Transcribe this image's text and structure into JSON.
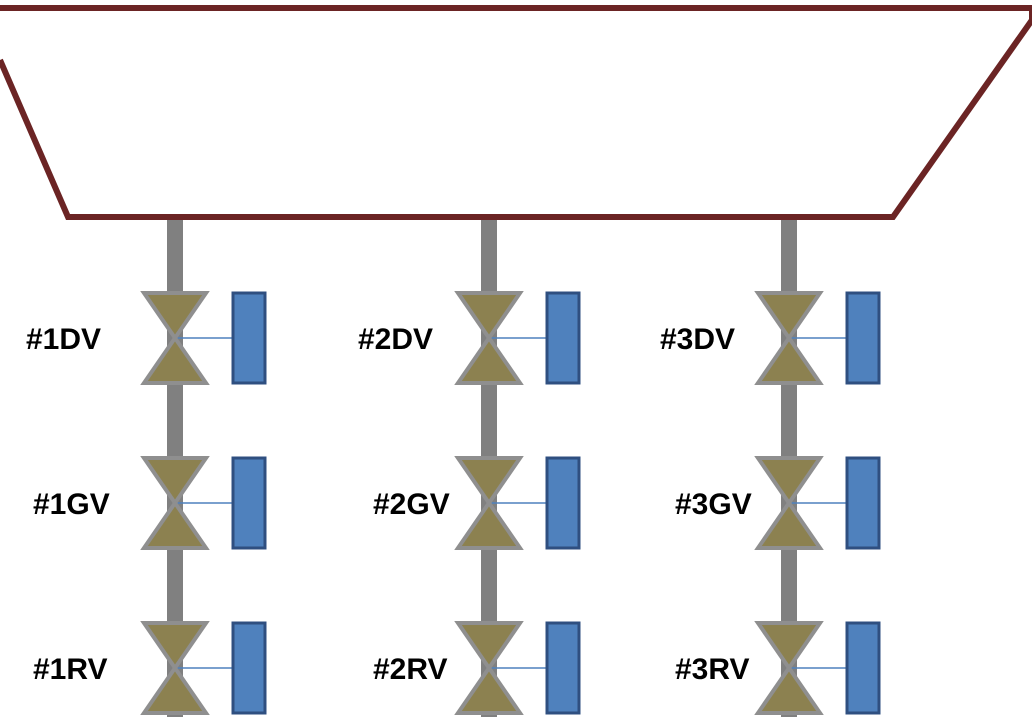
{
  "colors": {
    "tank_outline": "#6b2424",
    "pipe": "#808080",
    "valve_fill": "#8c8150",
    "valve_stroke": "#8f8f8f",
    "actuator_fill": "#4f81bd",
    "actuator_stroke": "#2f4f80",
    "stem": "#4f81bd"
  },
  "columns": [
    {
      "id": "1",
      "valves": [
        {
          "label": "#1DV",
          "icon": "gate-valve-icon"
        },
        {
          "label": "#1GV",
          "icon": "gate-valve-icon"
        },
        {
          "label": "#1RV",
          "icon": "gate-valve-icon"
        }
      ]
    },
    {
      "id": "2",
      "valves": [
        {
          "label": "#2DV",
          "icon": "gate-valve-icon"
        },
        {
          "label": "#2GV",
          "icon": "gate-valve-icon"
        },
        {
          "label": "#2RV",
          "icon": "gate-valve-icon"
        }
      ]
    },
    {
      "id": "3",
      "valves": [
        {
          "label": "#3DV",
          "icon": "gate-valve-icon"
        },
        {
          "label": "#3GV",
          "icon": "gate-valve-icon"
        },
        {
          "label": "#3RV",
          "icon": "gate-valve-icon"
        }
      ]
    }
  ]
}
